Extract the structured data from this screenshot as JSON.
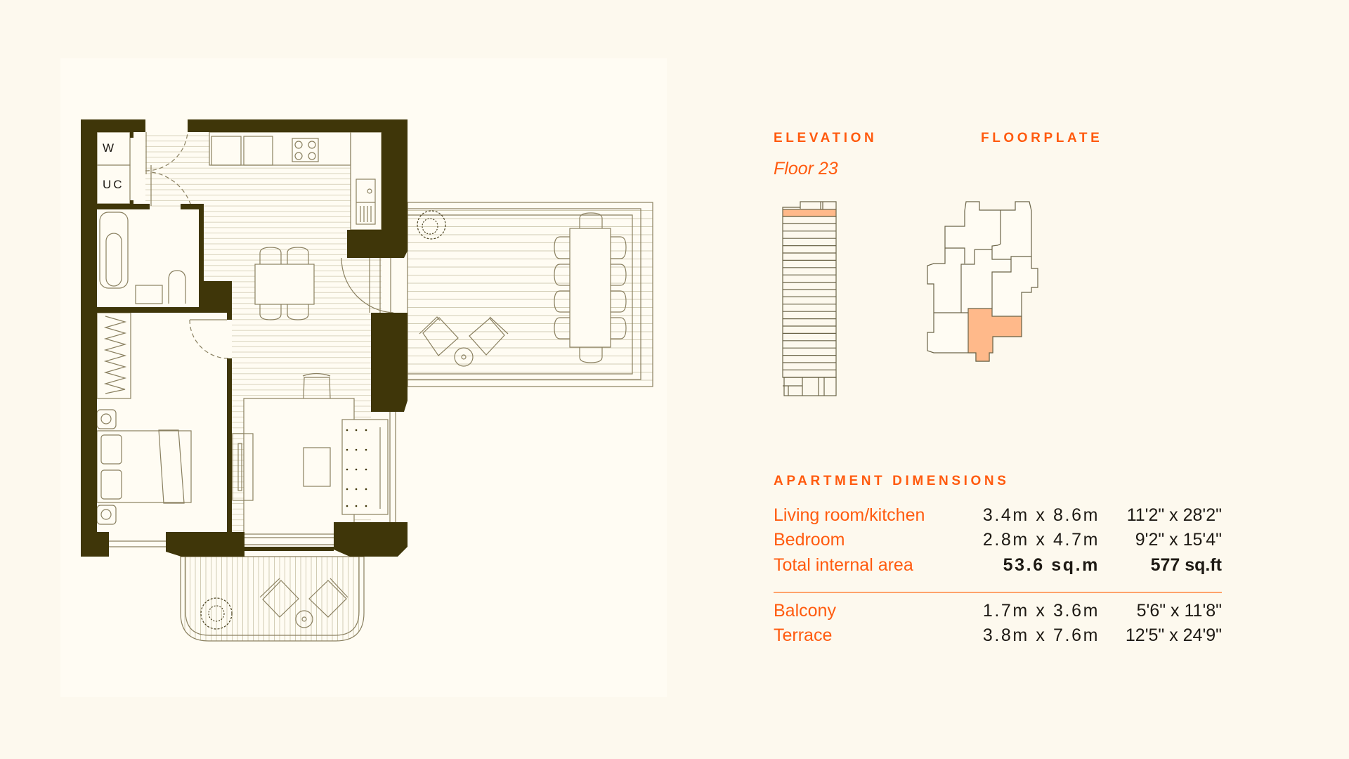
{
  "plan": {
    "labels": {
      "w": "W",
      "uc": "UC"
    }
  },
  "elevation": {
    "heading": "ELEVATION",
    "floor": "Floor 23"
  },
  "floorplate": {
    "heading": "FLOORPLATE"
  },
  "dimensions": {
    "heading": "APARTMENT DIMENSIONS",
    "rows": [
      {
        "label": "Living room/kitchen",
        "metric": "3.4m x 8.6m",
        "imperial": "11'2\" x 28'2\""
      },
      {
        "label": "Bedroom",
        "metric": "2.8m x 4.7m",
        "imperial": "9'2\" x 15'4\""
      },
      {
        "label": "Total internal area",
        "metric": "53.6 sq.m",
        "imperial": "577 sq.ft"
      }
    ],
    "outdoor": [
      {
        "label": "Balcony",
        "metric": "1.7m x 3.6m",
        "imperial": "5'6\" x 11'8\""
      },
      {
        "label": "Terrace",
        "metric": "3.8m x 7.6m",
        "imperial": "12'5\" x 24'9\""
      }
    ]
  },
  "colors": {
    "accent": "#ff5b0f",
    "highlight": "#ffb98a",
    "wall": "#3f3609",
    "line": "#8a8060"
  }
}
